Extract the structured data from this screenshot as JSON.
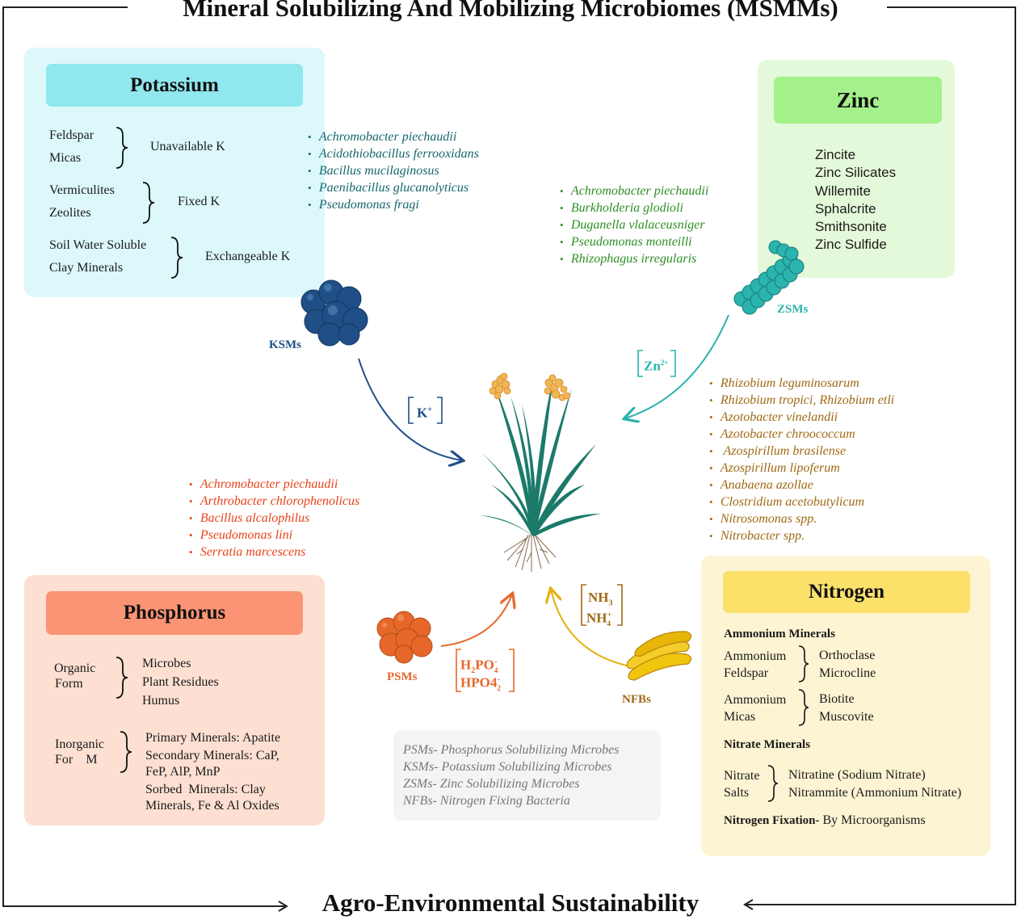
{
  "title_top": "Mineral Solubilizing And Mobilizing Microbiomes (MSMMs)",
  "title_bottom": "Agro-Environmental Sustainability",
  "colors": {
    "potassium_panel": "#dcf8fb",
    "potassium_header": "#90e8ee",
    "potassium_text": "#17676c",
    "zinc_panel": "#e4f9d9",
    "zinc_header": "#a4f08a",
    "zinc_text": "#2e8f25",
    "phosphorus_panel": "#fde0d2",
    "phosphorus_header": "#fb9375",
    "phosphorus_text": "#e8431b",
    "nitrogen_panel": "#fcf4d3",
    "nitrogen_header": "#fbe06a",
    "nitrogen_text": "#a06a14",
    "ksm": "#1f4f86",
    "zsm": "#2bb3ad",
    "psm": "#e5682a",
    "nfb": "#e3b10f"
  },
  "potassium": {
    "title": "Potassium",
    "groups": [
      {
        "items": [
          "Feldspar",
          "Micas"
        ],
        "label": "Unavailable K"
      },
      {
        "items": [
          "Vermiculites",
          "Zeolites"
        ],
        "label": "Fixed K"
      },
      {
        "items": [
          "Soil Water Soluble",
          "Clay Minerals"
        ],
        "label": "Exchangeable K"
      }
    ],
    "microbes": [
      "Achromobacter piechaudii",
      "Acidothiobacillus ferrooxidans",
      "Bacillus mucilaginosus",
      "Paenibacillus glucanolyticus",
      "Pseudomonas fragi"
    ],
    "agent_label": "KSMs",
    "ion": "K+"
  },
  "zinc": {
    "title": "Zinc",
    "minerals": [
      "Zincite",
      "Zinc Silicates",
      "Willemite",
      "Sphalcrite",
      "Smithsonite",
      "Zinc Sulfide"
    ],
    "microbes": [
      "Achromobacter piechaudii",
      "Burkholderia glodioli",
      "Duganella vlalaceusniger",
      "Pseudomonas monteilli",
      "Rhizophagus irregularis"
    ],
    "agent_label": "ZSMs",
    "ion": "Zn2+"
  },
  "phosphorus": {
    "title": "Phosphorus",
    "organic": {
      "label_1": "Organic",
      "label_2": "Form",
      "items": [
        "Microbes",
        "Plant Residues",
        "Humus"
      ]
    },
    "inorganic": {
      "label_1": "Inorganic",
      "label_2": "For    M",
      "items": [
        "Primary Minerals: Apatite",
        "Secondary Minerals: CaP,",
        "FeP, AlP, MnP",
        "Sorbed  Minerals: Clay",
        "Minerals, Fe & Al Oxides"
      ]
    },
    "microbes": [
      "Achromobacter piechaudii",
      "Arthrobacter chlorophenolicus",
      "Bacillus alcalophilus",
      "Pseudomonas lini",
      "Serratia marcescens"
    ],
    "agent_label": "PSMs",
    "ions": [
      "H2PO4-",
      "HPO42-"
    ]
  },
  "nitrogen": {
    "title": "Nitrogen",
    "ammonium_heading": "Ammonium Minerals",
    "ammonium_groups": [
      {
        "left": [
          "Ammonium",
          "Feldspar"
        ],
        "right": [
          "Orthoclase",
          "Microcline"
        ]
      },
      {
        "left": [
          "Ammonium",
          "Micas"
        ],
        "right": [
          "Biotite",
          "Muscovite"
        ]
      }
    ],
    "nitrate_heading": "Nitrate Minerals",
    "nitrate_group": {
      "left": [
        "Nitrate",
        "Salts"
      ],
      "right": [
        "Nitratine (Sodium Nitrate)",
        "Nitrammite (Ammonium Nitrate)"
      ]
    },
    "fixation_bold": "Nitrogen Fixation-",
    "fixation_rest": " By Microorganisms",
    "microbes": [
      "Rhizobium leguminosarum",
      "Rhizobium tropici, Rhizobium etli",
      "Azotobacter vinelandii",
      "Azotobacter chroococcum",
      " Azospirillum brasilense",
      "Azospirillum lipoferum",
      "Anabaena azollae",
      "Clostridium acetobutylicum",
      "Nitrosomonas spp.",
      "Nitrobacter spp."
    ],
    "agent_label": "NFBs",
    "ions": [
      "NH3",
      "NH4+"
    ]
  },
  "legend": [
    "PSMs- Phosphorus Solubilizing Microbes",
    "KSMs- Potassium Solubilizing Microbes",
    "ZSMs- Zinc Solubilizing Microbes",
    "NFBs- Nitrogen Fixing Bacteria"
  ]
}
